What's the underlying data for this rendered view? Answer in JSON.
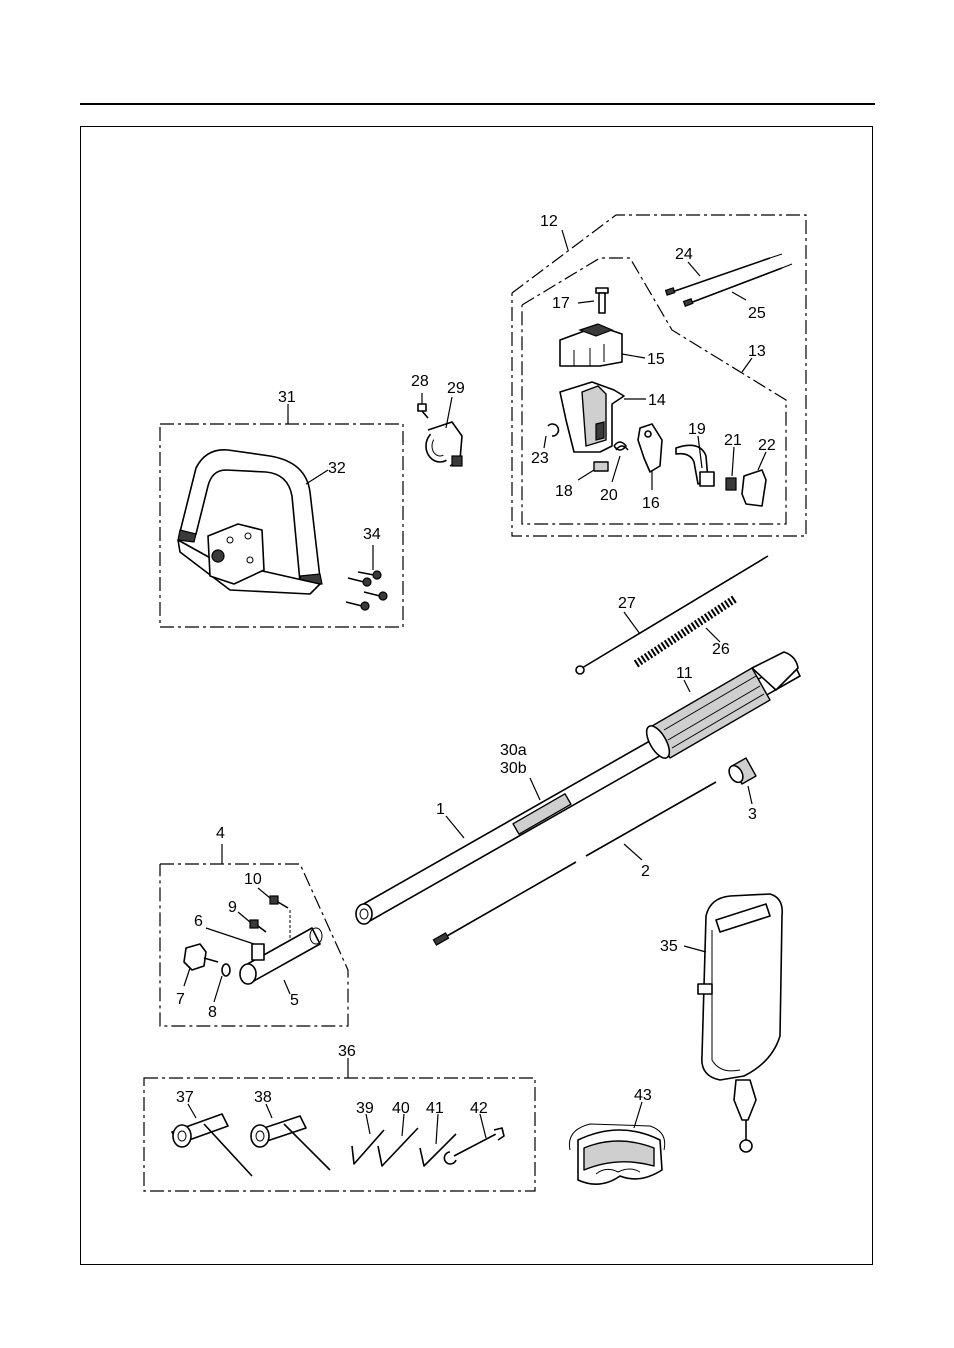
{
  "labels": {
    "p1": "1",
    "p2": "2",
    "p3": "3",
    "p4": "4",
    "p5": "5",
    "p6": "6",
    "p7": "7",
    "p8": "8",
    "p9": "9",
    "p10": "10",
    "p11": "11",
    "p12": "12",
    "p13": "13",
    "p14": "14",
    "p15": "15",
    "p16": "16",
    "p17": "17",
    "p18": "18",
    "p19": "19",
    "p20": "20",
    "p21": "21",
    "p22": "22",
    "p23": "23",
    "p24": "24",
    "p25": "25",
    "p26": "26",
    "p27": "27",
    "p28": "28",
    "p29": "29",
    "p30a": "30a",
    "p30b": "30b",
    "p31": "31",
    "p32": "32",
    "p34": "34",
    "p35": "35",
    "p36": "36",
    "p37": "37",
    "p38": "38",
    "p39": "39",
    "p40": "40",
    "p41": "41",
    "p42": "42",
    "p43": "43"
  }
}
